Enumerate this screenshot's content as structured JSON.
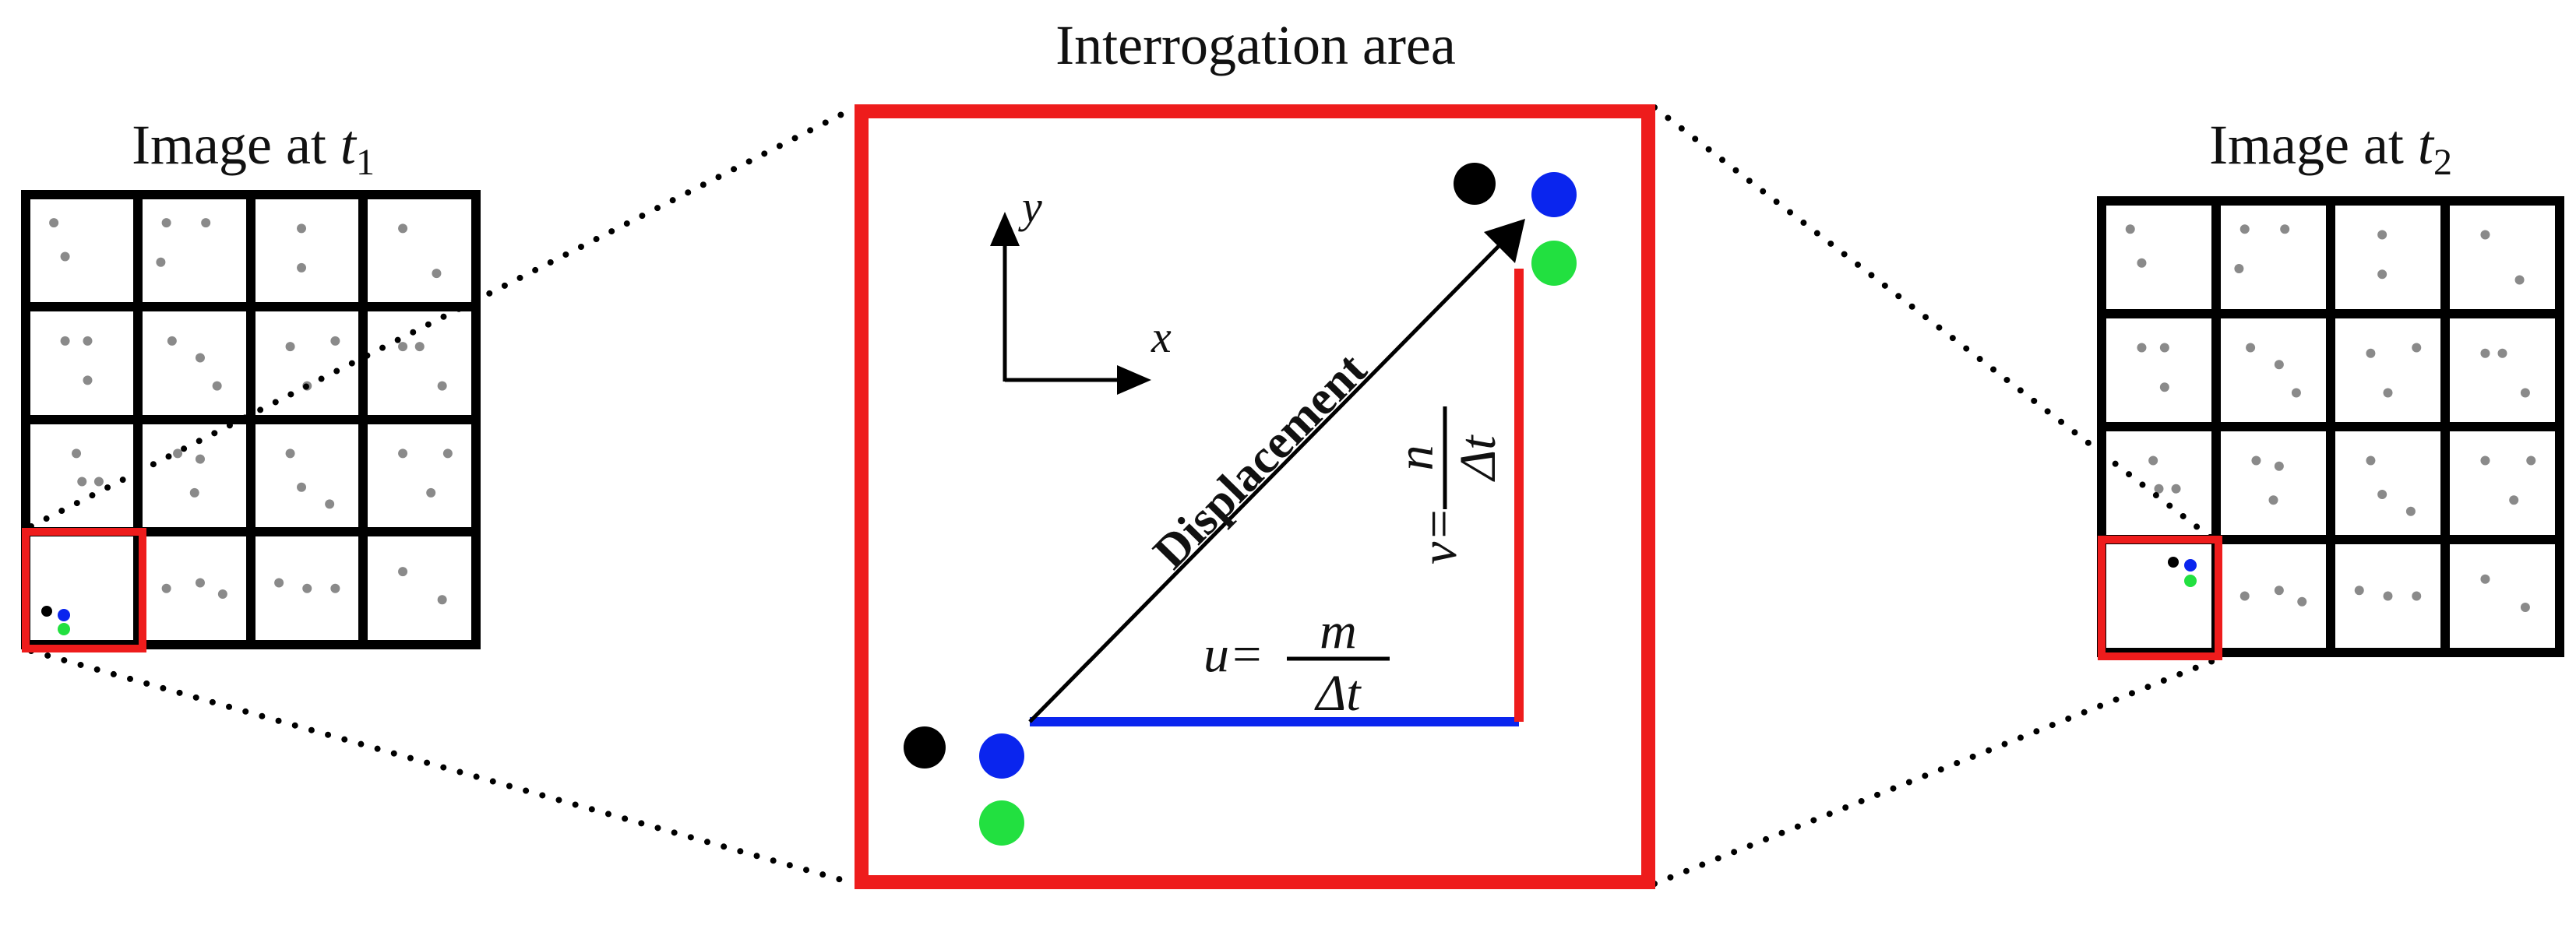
{
  "diagram": {
    "center_title": "Interrogation area",
    "left_panel": {
      "title_prefix": "Image at ",
      "title_var": "t",
      "title_sub": "1"
    },
    "right_panel": {
      "title_prefix": "Image at ",
      "title_var": "t",
      "title_sub": "2"
    },
    "axes": {
      "x": "x",
      "y": "y"
    },
    "arrow_label": "Displacement",
    "u_formula": {
      "lhs": "u=",
      "num": "m",
      "den": "Δt"
    },
    "v_formula": {
      "lhs": "v=",
      "num": "n",
      "den": "Δt"
    },
    "colors": {
      "frame": "#ee1c1c",
      "grid": "#000000",
      "horizontal_component": "#0a25ee",
      "vertical_component": "#ee1c1c",
      "particle_black": "#000000",
      "particle_blue": "#0a25ee",
      "particle_green": "#22e040",
      "particle_grey": "#8a8a8a"
    }
  }
}
